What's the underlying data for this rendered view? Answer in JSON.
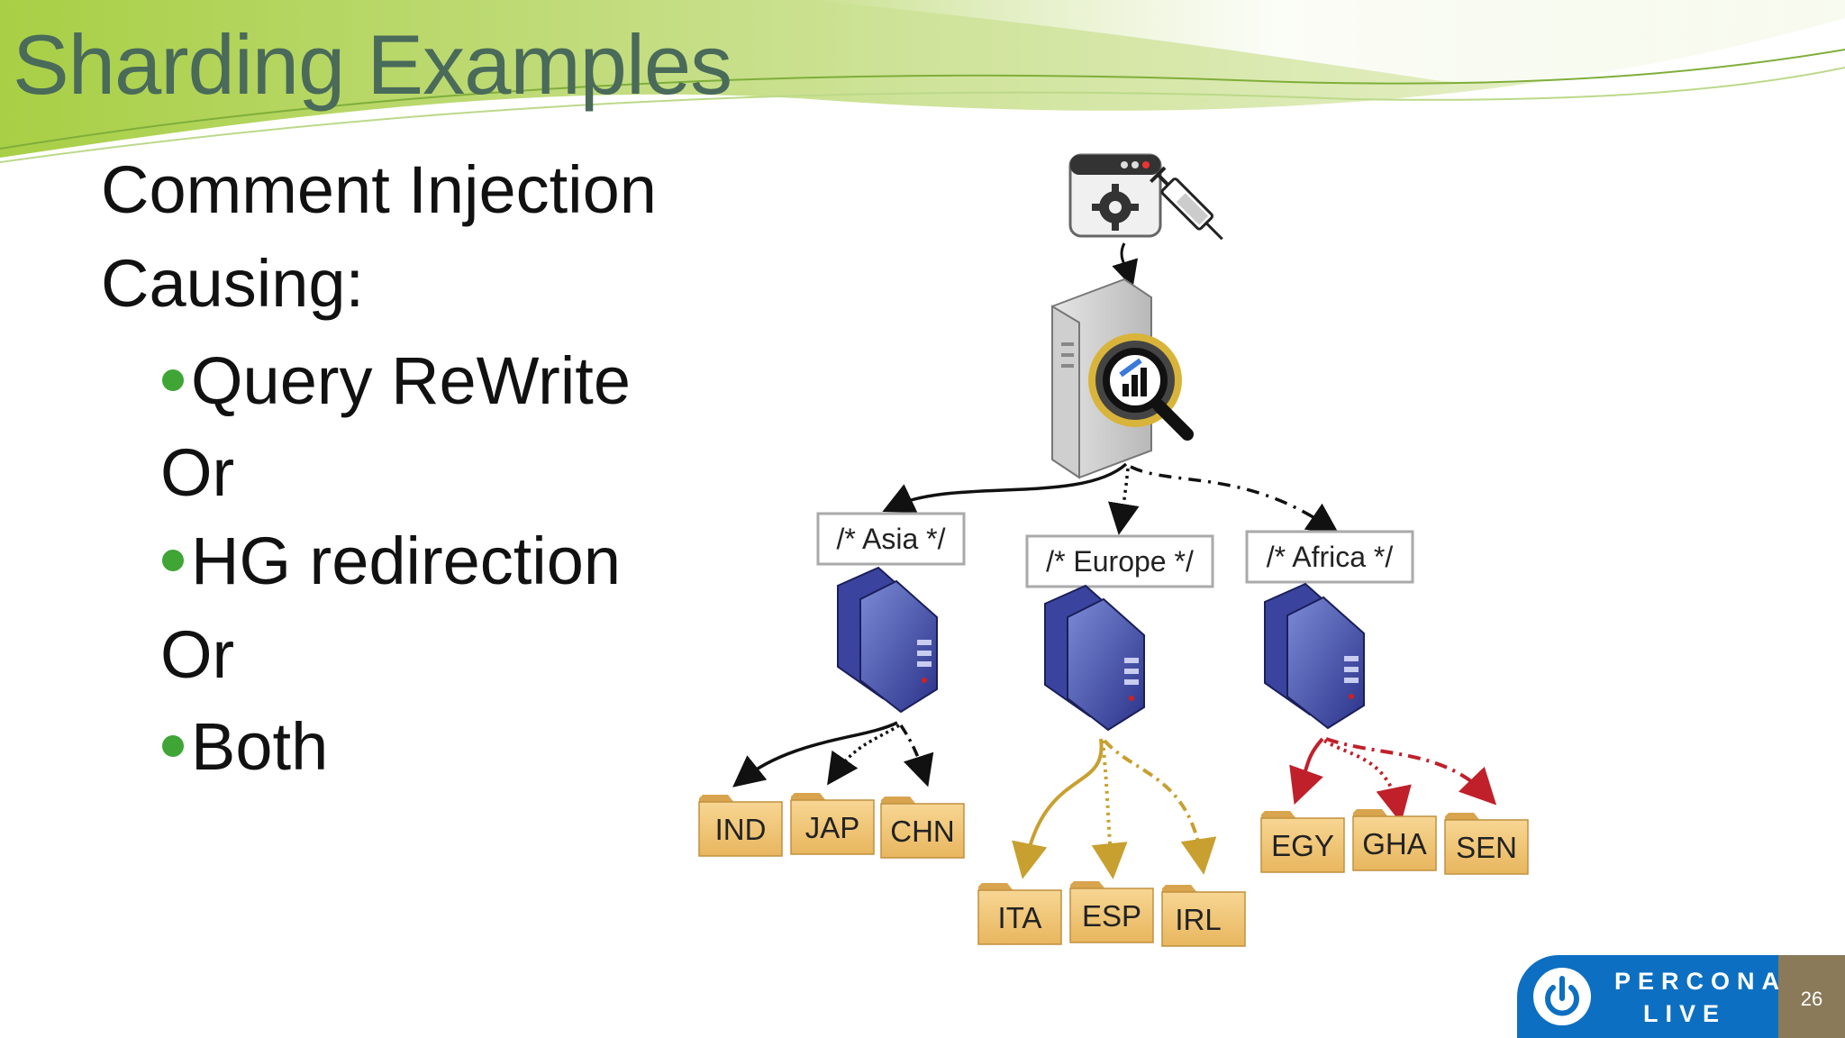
{
  "slide": {
    "title": "Sharding Examples",
    "lines": [
      {
        "text": "Comment Injection",
        "bullet": false
      },
      {
        "text": "Causing:",
        "bullet": false
      },
      {
        "text": "Query ReWrite",
        "bullet": true
      },
      {
        "text": "Or",
        "bullet": false
      },
      {
        "text": "HG redirection",
        "bullet": true
      },
      {
        "text": "Or",
        "bullet": false
      },
      {
        "text": "Both",
        "bullet": true
      }
    ],
    "page_number": "26"
  },
  "diagram": {
    "comments": [
      "/* Asia */",
      "/* Europe */",
      "/* Africa */"
    ],
    "asia_folders": [
      "IND",
      "JAP",
      "CHN"
    ],
    "europe_folders": [
      "ITA",
      "ESP",
      "IRL"
    ],
    "africa_folders": [
      "EGY",
      "GHA",
      "SEN"
    ]
  },
  "logo": {
    "line1": "PERCONA",
    "line2": "LIVE"
  },
  "colors": {
    "bullet": "#3fa535",
    "title": "#4a6a5a",
    "europe_arrows": "#c8a030",
    "africa_arrows": "#c0202a",
    "logo_blue": "#0d6fc1",
    "folder": "#f2c77a"
  },
  "icons": [
    "gear-window-icon",
    "syringe-icon",
    "proxy-server-icon",
    "magnifier-chart-icon",
    "database-server-icon",
    "folder-icon",
    "power-icon"
  ]
}
